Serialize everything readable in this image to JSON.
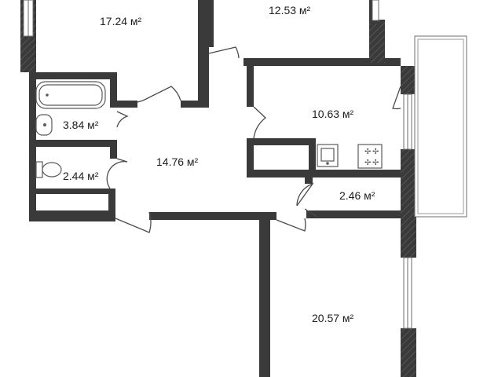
{
  "floorplan": {
    "rooms": [
      {
        "id": "room-bedroom-top-left",
        "label": "17.24 м²"
      },
      {
        "id": "room-bedroom-top-right",
        "label": "12.53 м²"
      },
      {
        "id": "room-bathroom",
        "label": "3.84 м²"
      },
      {
        "id": "room-toilet",
        "label": "2.44 м²"
      },
      {
        "id": "room-hallway",
        "label": "14.76 м²"
      },
      {
        "id": "room-kitchen",
        "label": "10.63 м²"
      },
      {
        "id": "room-storage",
        "label": "2.46 м²"
      },
      {
        "id": "room-living",
        "label": "20.57 м²"
      }
    ],
    "colors": {
      "wall": "#3a3a3a",
      "background": "#ffffff",
      "text": "#1e1e1e"
    }
  }
}
